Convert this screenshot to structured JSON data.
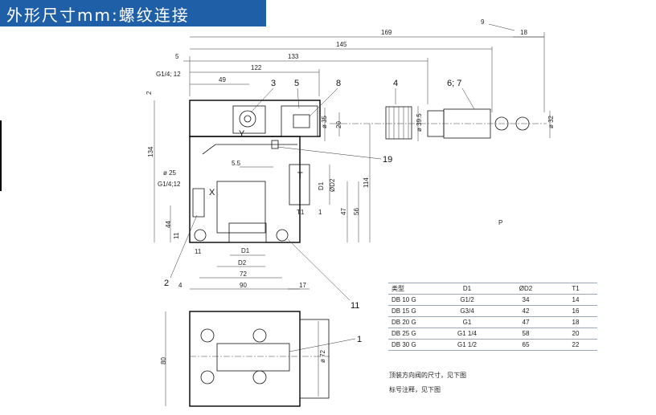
{
  "title": "外形尺寸mm:螺纹连接",
  "colors": {
    "title_bar": "#1f5fa8",
    "title_text": "#ffffff"
  },
  "dimensions": {
    "d169": "169",
    "d9": "9",
    "d18": "18",
    "d145": "145",
    "d5": "5",
    "d133": "133",
    "d122": "122",
    "g14_12": "G1/4; 12",
    "d49": "49",
    "d2a": "2",
    "d134": "134",
    "d35": "ø 35",
    "d20": "20",
    "d395": "ø 39.5",
    "d32": "ø 32",
    "d55": "5.5",
    "d25": "ø 25",
    "g14_12b": "G1/4;12",
    "x": "X",
    "y": "Y",
    "t": "T",
    "d1": "D1",
    "dd2": "ØD2",
    "t1": "T1",
    "d1b": "1",
    "d114": "114",
    "d47": "47",
    "d56": "56",
    "d44": "44",
    "d11a": "11",
    "d11b": "11",
    "d1c": "D1",
    "d2": "D2",
    "d72": "72",
    "d4": "4",
    "d90": "90",
    "d17": "17",
    "d80": "80",
    "d72b": "ø 72",
    "p": "P"
  },
  "callouts": {
    "c1": "1",
    "c2": "2",
    "c3": "3",
    "c4": "4",
    "c5": "5",
    "c67": "6; 7",
    "c8": "8",
    "c11": "11",
    "c19": "19"
  },
  "table": {
    "headers": [
      "类型",
      "D1",
      "ØD2",
      "T1"
    ],
    "rows": [
      [
        "DB 10 G",
        "G1/2",
        "34",
        "14"
      ],
      [
        "DB 15 G",
        "G3/4",
        "42",
        "16"
      ],
      [
        "DB 20 G",
        "G1",
        "47",
        "18"
      ],
      [
        "DB 25 G",
        "G1 1/4",
        "58",
        "20"
      ],
      [
        "DB 30 G",
        "G1 1/2",
        "65",
        "22"
      ]
    ]
  },
  "notes": [
    "顶装方向阀的尺寸，见下图",
    "标号注释，见下图"
  ]
}
